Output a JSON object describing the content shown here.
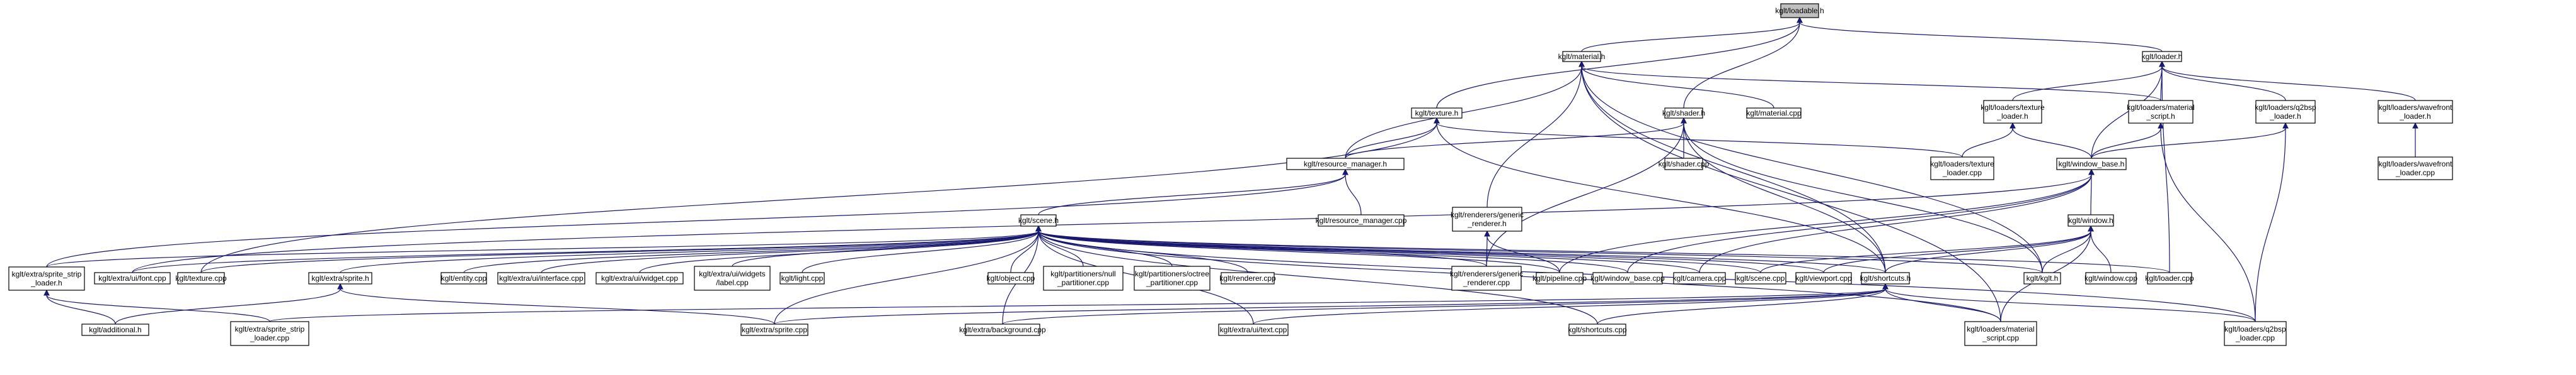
{
  "diagram": {
    "title": "",
    "colors": {
      "edge": "#191970",
      "node_border": "#000000",
      "root_fill": "#bfbfbf",
      "node_fill": "#ffffff",
      "background": "#ffffff"
    },
    "nodes": [
      {
        "id": "loadable_h",
        "lines": [
          "kglt/loadable.h"
        ]
      },
      {
        "id": "material_h",
        "lines": [
          "kglt/material.h"
        ]
      },
      {
        "id": "loader_h",
        "lines": [
          "kglt/loader.h"
        ]
      },
      {
        "id": "texture_h",
        "lines": [
          "kglt/texture.h"
        ]
      },
      {
        "id": "shader_h",
        "lines": [
          "kglt/shader.h"
        ]
      },
      {
        "id": "material_cpp",
        "lines": [
          "kglt/material.cpp"
        ]
      },
      {
        "id": "texture_loader_h",
        "lines": [
          "kglt/loaders/texture",
          "_loader.h"
        ]
      },
      {
        "id": "material_script_h",
        "lines": [
          "kglt/loaders/material",
          "_script.h"
        ]
      },
      {
        "id": "q2bsp_loader_h",
        "lines": [
          "kglt/loaders/q2bsp",
          "_loader.h"
        ]
      },
      {
        "id": "wavefront_loader_h",
        "lines": [
          "kglt/loaders/wavefront",
          "_loader.h"
        ]
      },
      {
        "id": "resource_manager_h",
        "lines": [
          "kglt/resource_manager.h"
        ]
      },
      {
        "id": "shader_cpp",
        "lines": [
          "kglt/shader.cpp"
        ]
      },
      {
        "id": "texture_loader_cpp",
        "lines": [
          "kglt/loaders/texture",
          "_loader.cpp"
        ]
      },
      {
        "id": "window_base_h",
        "lines": [
          "kglt/window_base.h"
        ]
      },
      {
        "id": "wavefront_loader_cpp",
        "lines": [
          "kglt/loaders/wavefront",
          "_loader.cpp"
        ]
      },
      {
        "id": "resource_manager_cpp",
        "lines": [
          "kglt/resource_manager.cpp"
        ]
      },
      {
        "id": "generic_renderer_h",
        "lines": [
          "kglt/renderers/generic",
          "_renderer.h"
        ]
      },
      {
        "id": "window_h",
        "lines": [
          "kglt/window.h"
        ]
      },
      {
        "id": "scene_h",
        "lines": [
          "kglt/scene.h"
        ]
      },
      {
        "id": "sprite_strip_loader_h",
        "lines": [
          "kglt/extra/sprite_strip",
          "_loader.h"
        ]
      },
      {
        "id": "ui_font_cpp",
        "lines": [
          "kglt/extra/ui/font.cpp"
        ]
      },
      {
        "id": "texture_cpp",
        "lines": [
          "kglt/texture.cpp"
        ]
      },
      {
        "id": "sprite_h",
        "lines": [
          "kglt/extra/sprite.h"
        ]
      },
      {
        "id": "entity_cpp",
        "lines": [
          "kglt/entity.cpp"
        ]
      },
      {
        "id": "ui_interface_cpp",
        "lines": [
          "kglt/extra/ui/interface.cpp"
        ]
      },
      {
        "id": "ui_widget_cpp",
        "lines": [
          "kglt/extra/ui/widget.cpp"
        ]
      },
      {
        "id": "ui_widgets_label_cpp",
        "lines": [
          "kglt/extra/ui/widgets",
          "/label.cpp"
        ]
      },
      {
        "id": "light_cpp",
        "lines": [
          "kglt/light.cpp"
        ]
      },
      {
        "id": "object_cpp",
        "lines": [
          "kglt/object.cpp"
        ]
      },
      {
        "id": "null_partitioner_cpp",
        "lines": [
          "kglt/partitioners/null",
          "_partitioner.cpp"
        ]
      },
      {
        "id": "octree_partitioner_cpp",
        "lines": [
          "kglt/partitioners/octree",
          "_partitioner.cpp"
        ]
      },
      {
        "id": "renderer_cpp",
        "lines": [
          "kglt/renderer.cpp"
        ]
      },
      {
        "id": "generic_renderer_cpp",
        "lines": [
          "kglt/renderers/generic",
          "_renderer.cpp"
        ]
      },
      {
        "id": "pipeline_cpp",
        "lines": [
          "kglt/pipeline.cpp"
        ]
      },
      {
        "id": "window_base_cpp",
        "lines": [
          "kglt/window_base.cpp"
        ]
      },
      {
        "id": "camera_cpp",
        "lines": [
          "kglt/camera.cpp"
        ]
      },
      {
        "id": "scene_cpp",
        "lines": [
          "kglt/scene.cpp"
        ]
      },
      {
        "id": "viewport_cpp",
        "lines": [
          "kglt/viewport.cpp"
        ]
      },
      {
        "id": "shortcuts_h",
        "lines": [
          "kglt/shortcuts.h"
        ]
      },
      {
        "id": "kglt_h",
        "lines": [
          "kglt/kglt.h"
        ]
      },
      {
        "id": "window_cpp",
        "lines": [
          "kglt/window.cpp"
        ]
      },
      {
        "id": "loader_cpp",
        "lines": [
          "kglt/loader.cpp"
        ]
      },
      {
        "id": "additional_h",
        "lines": [
          "kglt/additional.h"
        ]
      },
      {
        "id": "sprite_strip_loader_cpp",
        "lines": [
          "kglt/extra/sprite_strip",
          "_loader.cpp"
        ]
      },
      {
        "id": "sprite_cpp",
        "lines": [
          "kglt/extra/sprite.cpp"
        ]
      },
      {
        "id": "background_cpp",
        "lines": [
          "kglt/extra/background.cpp"
        ]
      },
      {
        "id": "ui_text_cpp",
        "lines": [
          "kglt/extra/ui/text.cpp"
        ]
      },
      {
        "id": "shortcuts_cpp",
        "lines": [
          "kglt/shortcuts.cpp"
        ]
      },
      {
        "id": "material_script_cpp",
        "lines": [
          "kglt/loaders/material",
          "_script.cpp"
        ]
      },
      {
        "id": "q2bsp_loader_cpp",
        "lines": [
          "kglt/loaders/q2bsp",
          "_loader.cpp"
        ]
      }
    ],
    "edges": [
      [
        "loadable_h",
        "material_h"
      ],
      [
        "loadable_h",
        "loader_h"
      ],
      [
        "loadable_h",
        "texture_h"
      ],
      [
        "loadable_h",
        "shader_h"
      ],
      [
        "material_h",
        "material_cpp"
      ],
      [
        "material_h",
        "resource_manager_h"
      ],
      [
        "material_h",
        "material_script_h"
      ],
      [
        "material_h",
        "generic_renderer_h"
      ],
      [
        "material_h",
        "shortcuts_h"
      ],
      [
        "material_h",
        "kglt_h"
      ],
      [
        "material_h",
        "material_script_cpp"
      ],
      [
        "loader_h",
        "texture_loader_h"
      ],
      [
        "loader_h",
        "material_script_h"
      ],
      [
        "loader_h",
        "q2bsp_loader_h"
      ],
      [
        "loader_h",
        "wavefront_loader_h"
      ],
      [
        "loader_h",
        "window_base_h"
      ],
      [
        "loader_h",
        "loader_cpp"
      ],
      [
        "texture_h",
        "resource_manager_h"
      ],
      [
        "texture_h",
        "texture_loader_cpp"
      ],
      [
        "texture_h",
        "texture_cpp"
      ],
      [
        "texture_h",
        "shortcuts_h"
      ],
      [
        "shader_h",
        "shader_cpp"
      ],
      [
        "shader_h",
        "resource_manager_h"
      ],
      [
        "shader_h",
        "generic_renderer_cpp"
      ],
      [
        "shader_h",
        "shortcuts_h"
      ],
      [
        "shader_h",
        "kglt_h"
      ],
      [
        "texture_loader_h",
        "texture_loader_cpp"
      ],
      [
        "texture_loader_h",
        "window_base_h"
      ],
      [
        "material_script_h",
        "window_base_h"
      ],
      [
        "material_script_h",
        "q2bsp_loader_cpp"
      ],
      [
        "q2bsp_loader_h",
        "window_base_h"
      ],
      [
        "q2bsp_loader_h",
        "q2bsp_loader_cpp"
      ],
      [
        "wavefront_loader_h",
        "wavefront_loader_cpp"
      ],
      [
        "resource_manager_h",
        "resource_manager_cpp"
      ],
      [
        "resource_manager_h",
        "scene_h"
      ],
      [
        "resource_manager_h",
        "sprite_strip_loader_h"
      ],
      [
        "window_base_h",
        "window_h"
      ],
      [
        "window_base_h",
        "pipeline_cpp"
      ],
      [
        "window_base_h",
        "window_base_cpp"
      ],
      [
        "window_base_h",
        "camera_cpp"
      ],
      [
        "window_base_h",
        "ui_font_cpp"
      ],
      [
        "generic_renderer_h",
        "generic_renderer_cpp"
      ],
      [
        "generic_renderer_h",
        "pipeline_cpp"
      ],
      [
        "window_h",
        "shortcuts_h"
      ],
      [
        "window_h",
        "kglt_h"
      ],
      [
        "window_h",
        "window_cpp"
      ],
      [
        "window_h",
        "viewport_cpp"
      ],
      [
        "window_h",
        "scene_cpp"
      ],
      [
        "window_h",
        "material_script_cpp"
      ],
      [
        "scene_h",
        "sprite_strip_loader_h"
      ],
      [
        "scene_h",
        "ui_font_cpp"
      ],
      [
        "scene_h",
        "texture_cpp"
      ],
      [
        "scene_h",
        "sprite_h"
      ],
      [
        "scene_h",
        "entity_cpp"
      ],
      [
        "scene_h",
        "ui_interface_cpp"
      ],
      [
        "scene_h",
        "ui_widget_cpp"
      ],
      [
        "scene_h",
        "ui_widgets_label_cpp"
      ],
      [
        "scene_h",
        "light_cpp"
      ],
      [
        "scene_h",
        "object_cpp"
      ],
      [
        "scene_h",
        "null_partitioner_cpp"
      ],
      [
        "scene_h",
        "octree_partitioner_cpp"
      ],
      [
        "scene_h",
        "renderer_cpp"
      ],
      [
        "scene_h",
        "generic_renderer_cpp"
      ],
      [
        "scene_h",
        "pipeline_cpp"
      ],
      [
        "scene_h",
        "window_base_cpp"
      ],
      [
        "scene_h",
        "camera_cpp"
      ],
      [
        "scene_h",
        "scene_cpp"
      ],
      [
        "scene_h",
        "viewport_cpp"
      ],
      [
        "scene_h",
        "shortcuts_h"
      ],
      [
        "scene_h",
        "kglt_h"
      ],
      [
        "scene_h",
        "loader_cpp"
      ],
      [
        "scene_h",
        "background_cpp"
      ],
      [
        "scene_h",
        "ui_text_cpp"
      ],
      [
        "scene_h",
        "shortcuts_cpp"
      ],
      [
        "scene_h",
        "material_script_cpp"
      ],
      [
        "scene_h",
        "q2bsp_loader_cpp"
      ],
      [
        "scene_h",
        "sprite_cpp"
      ],
      [
        "sprite_strip_loader_h",
        "additional_h"
      ],
      [
        "sprite_strip_loader_h",
        "sprite_strip_loader_cpp"
      ],
      [
        "sprite_h",
        "additional_h"
      ],
      [
        "sprite_h",
        "sprite_cpp"
      ],
      [
        "shortcuts_h",
        "sprite_strip_loader_cpp"
      ],
      [
        "shortcuts_h",
        "sprite_cpp"
      ],
      [
        "shortcuts_h",
        "background_cpp"
      ],
      [
        "shortcuts_h",
        "ui_text_cpp"
      ],
      [
        "shortcuts_h",
        "shortcuts_cpp"
      ],
      [
        "shortcuts_h",
        "material_script_cpp"
      ],
      [
        "shortcuts_h",
        "q2bsp_loader_cpp"
      ]
    ]
  }
}
